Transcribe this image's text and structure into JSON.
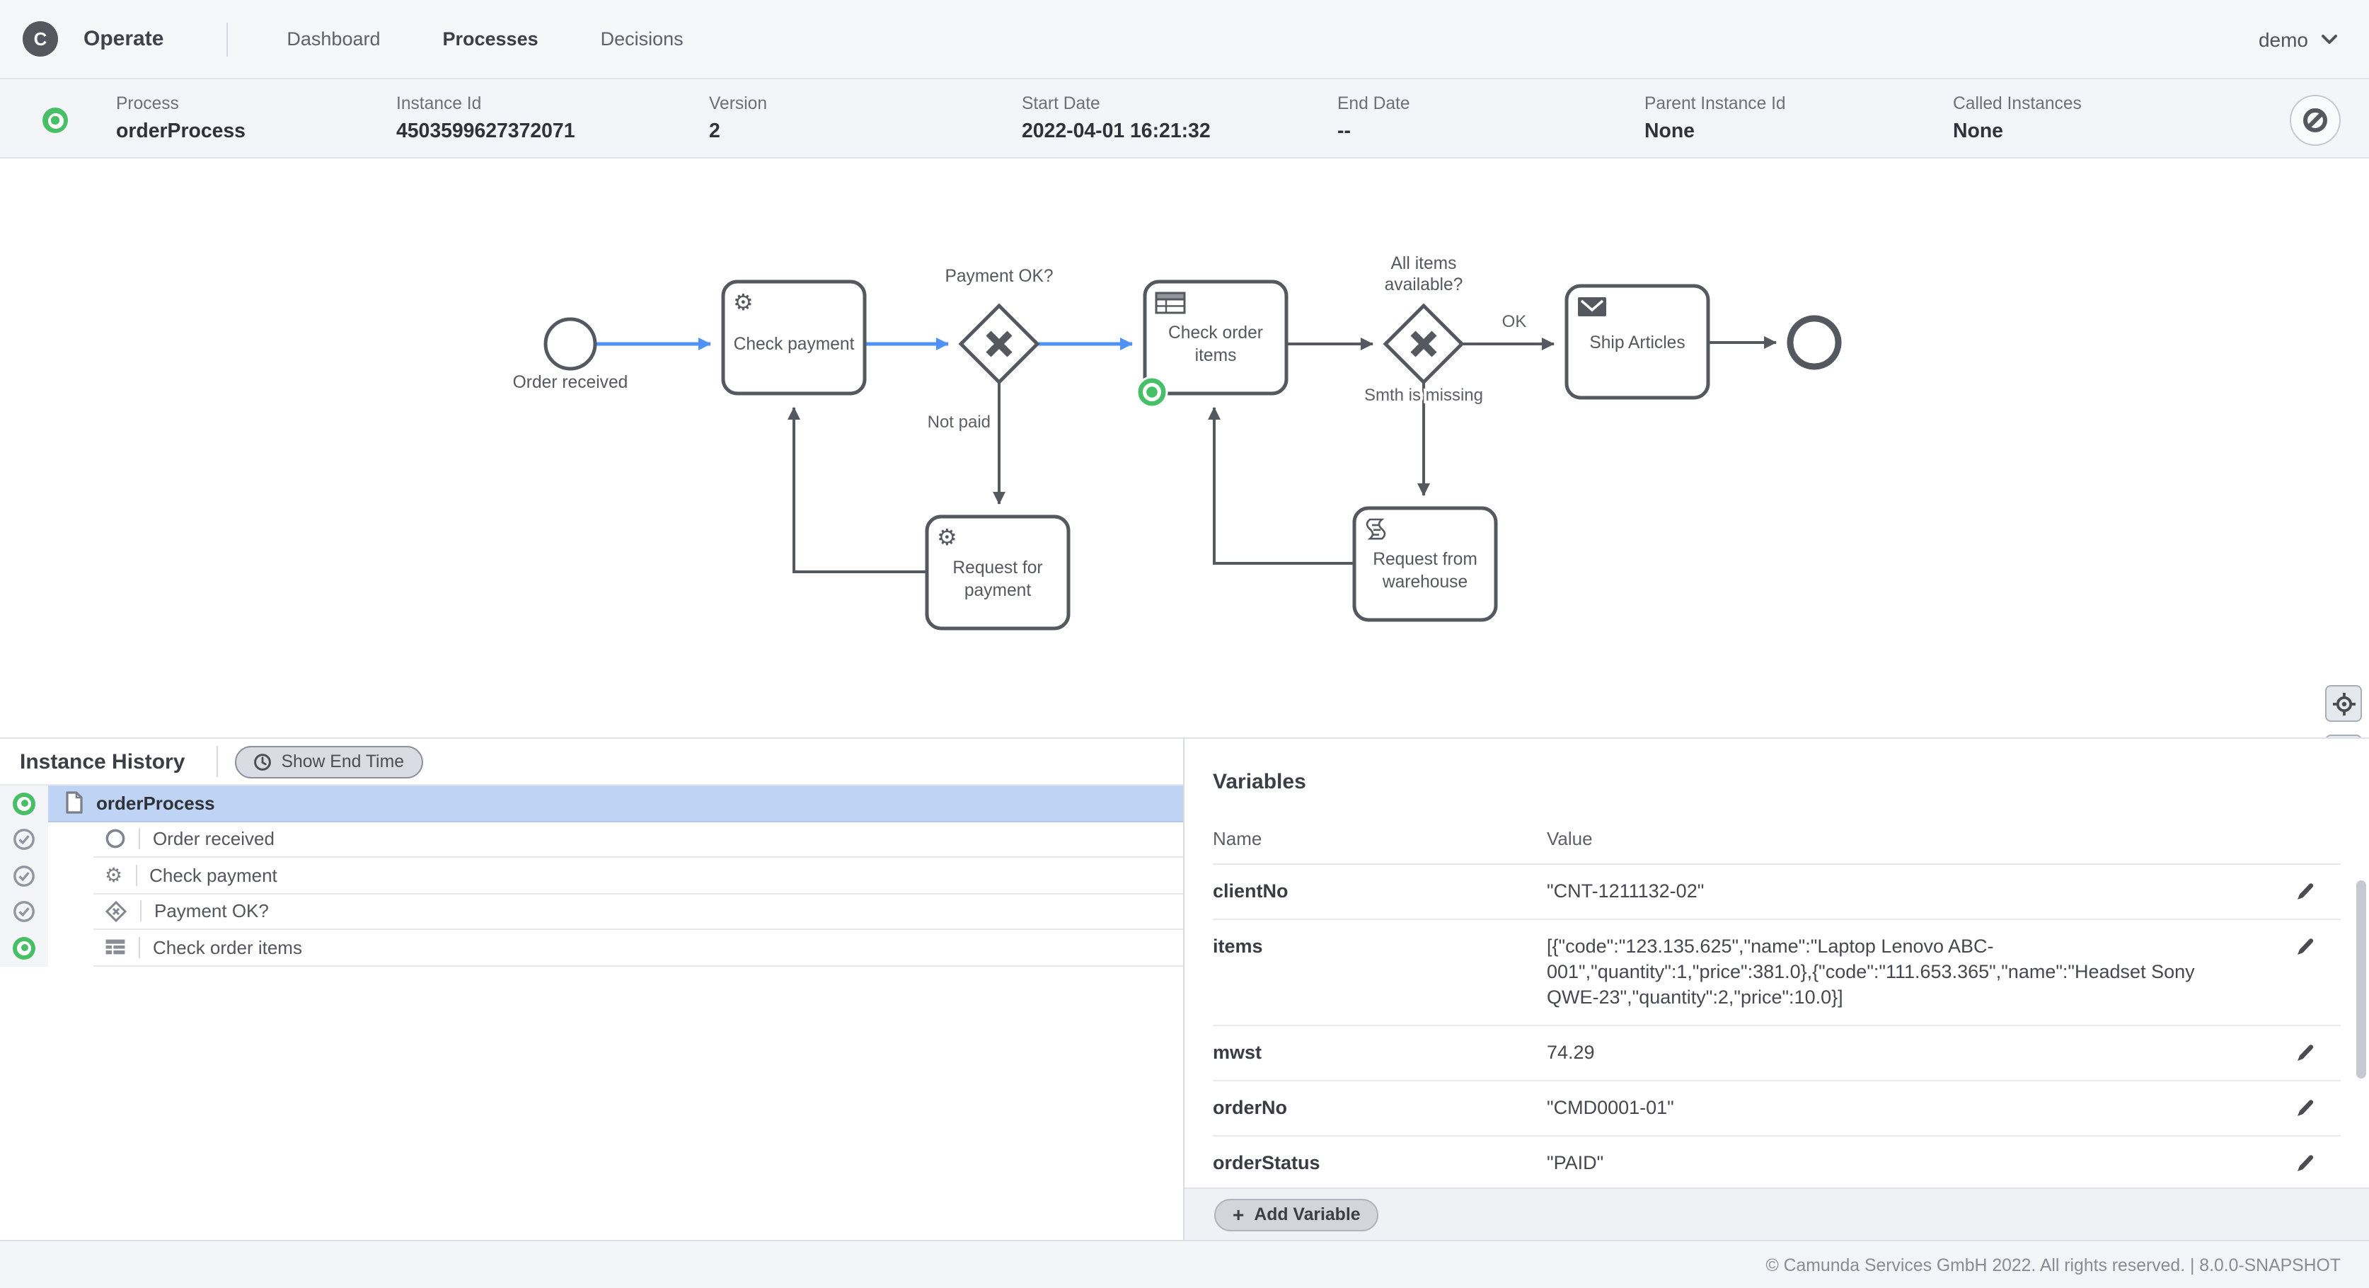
{
  "colors": {
    "active_green": "#47bf66",
    "selected_row_blue": "#bfd3f4",
    "executed_flow_blue": "#4e92f7",
    "bpmn_stroke": "#56585f",
    "panel_bg": "#f4f5f8"
  },
  "topbar": {
    "app_name": "Operate",
    "logo_letter": "C",
    "tabs": [
      {
        "label": "Dashboard",
        "active": false
      },
      {
        "label": "Processes",
        "active": true
      },
      {
        "label": "Decisions",
        "active": false
      }
    ],
    "user": "demo"
  },
  "infobar": {
    "state": "active",
    "fields": [
      {
        "label": "Process",
        "value": "orderProcess"
      },
      {
        "label": "Instance Id",
        "value": "4503599627372071"
      },
      {
        "label": "Version",
        "value": "2"
      },
      {
        "label": "Start Date",
        "value": "2022-04-01 16:21:32"
      },
      {
        "label": "End Date",
        "value": "--"
      },
      {
        "label": "Parent Instance Id",
        "value": "None"
      },
      {
        "label": "Called Instances",
        "value": "None"
      }
    ]
  },
  "diagram": {
    "nodes": {
      "start_event": {
        "label": "Order received"
      },
      "check_payment": {
        "label": "Check payment"
      },
      "gateway_payment": {
        "label": "Payment OK?"
      },
      "check_order_items": {
        "line1": "Check order",
        "line2": "items"
      },
      "gateway_items": {
        "line1": "All items",
        "line2": "available?"
      },
      "ship_articles": {
        "label": "Ship Articles"
      },
      "request_for_payment": {
        "line1": "Request for",
        "line2": "payment"
      },
      "request_from_warehouse": {
        "line1": "Request from",
        "line2": "warehouse"
      }
    },
    "edge_labels": {
      "not_paid": "Not paid",
      "ok": "OK",
      "smth_missing": "Smth is missing"
    },
    "controls": {
      "zoom_in": "+",
      "zoom_out": "−"
    }
  },
  "history": {
    "title": "Instance History",
    "show_end_time_label": "Show End Time",
    "rows": [
      {
        "label": "orderProcess",
        "state": "active",
        "icon": "document",
        "selected": true
      },
      {
        "label": "Order received",
        "state": "completed",
        "icon": "start-event"
      },
      {
        "label": "Check payment",
        "state": "completed",
        "icon": "service-task"
      },
      {
        "label": "Payment OK?",
        "state": "completed",
        "icon": "gateway"
      },
      {
        "label": "Check order items",
        "state": "active",
        "icon": "business-rule-task"
      }
    ]
  },
  "variables": {
    "title": "Variables",
    "columns": {
      "name": "Name",
      "value": "Value"
    },
    "rows": [
      {
        "name": "clientNo",
        "value": "\"CNT-1211132-02\""
      },
      {
        "name": "items",
        "value": "[{\"code\":\"123.135.625\",\"name\":\"Laptop Lenovo ABC-001\",\"quantity\":1,\"price\":381.0},{\"code\":\"111.653.365\",\"name\":\"Headset Sony QWE-23\",\"quantity\":2,\"price\":10.0}]"
      },
      {
        "name": "mwst",
        "value": "74.29"
      },
      {
        "name": "orderNo",
        "value": "\"CMD0001-01\""
      },
      {
        "name": "orderStatus",
        "value": "\"PAID\""
      }
    ],
    "add_button_label": "Add Variable"
  },
  "footer": {
    "text": "© Camunda Services GmbH 2022. All rights reserved. | 8.0.0-SNAPSHOT"
  },
  "gear_glyph": "⚙"
}
